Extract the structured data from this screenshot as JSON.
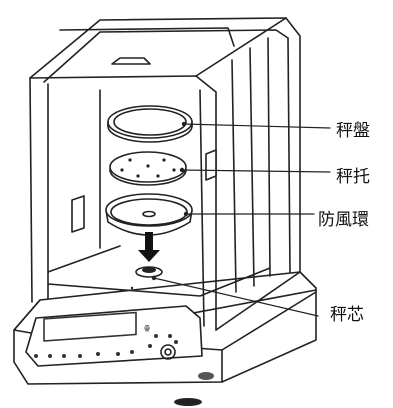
{
  "labels": {
    "weighing_pan": "秤盤",
    "pan_support": "秤托",
    "draft_shield_ring": "防風環",
    "pan_spindle": "秤芯"
  }
}
